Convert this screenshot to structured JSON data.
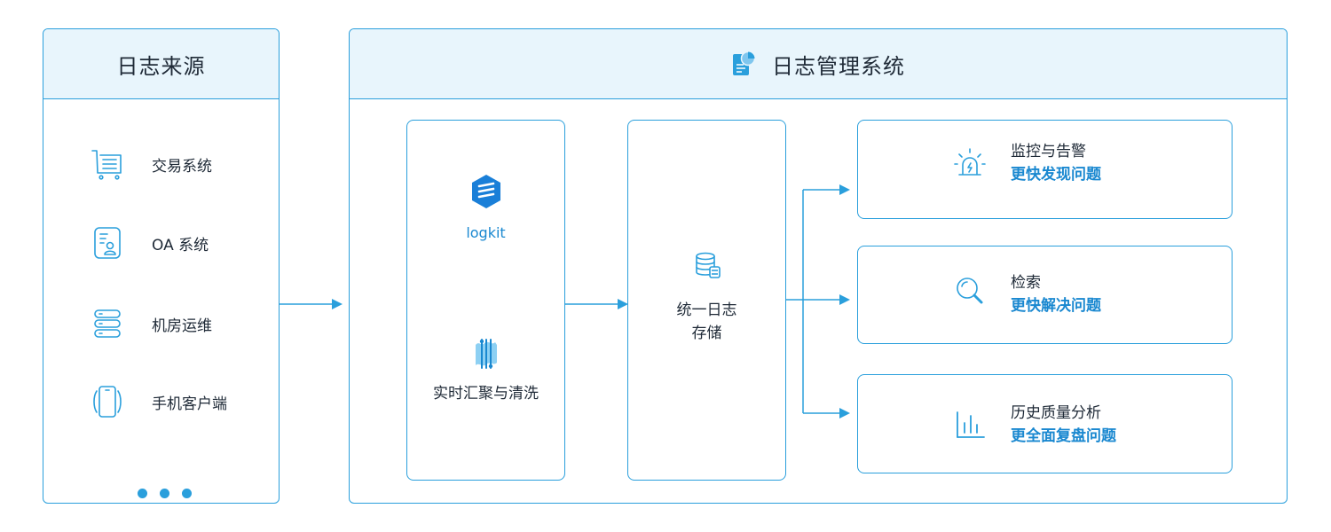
{
  "sources": {
    "title": "日志来源",
    "items": [
      {
        "label": "交易系统",
        "icon": "cart-list-icon"
      },
      {
        "label": "OA 系统",
        "icon": "user-document-icon"
      },
      {
        "label": "机房运维",
        "icon": "server-rack-icon"
      },
      {
        "label": "手机客户端",
        "icon": "mobile-phone-icon"
      }
    ],
    "more": "ellipsis-dots"
  },
  "system": {
    "title": "日志管理系统",
    "title_icon": "document-chart-icon",
    "logkit": {
      "name": "logkit",
      "icon": "logkit-logo-icon"
    },
    "process_label": "实时汇聚与清洗",
    "process_icon": "stream-merge-icon",
    "storage": {
      "line1": "统一日志",
      "line2": "存储",
      "icon": "database-icon"
    },
    "outputs": [
      {
        "title": "监控与告警",
        "sub": "更快发现问题",
        "icon": "alarm-light-icon"
      },
      {
        "title": "检索",
        "sub": "更快解决问题",
        "icon": "search-icon"
      },
      {
        "title": "历史质量分析",
        "sub": "更全面复盘问题",
        "icon": "bar-chart-icon"
      }
    ]
  },
  "colors": {
    "accent": "#2a9fdc",
    "accent_dark": "#1a88d0",
    "header_bg": "#e8f5fc"
  }
}
